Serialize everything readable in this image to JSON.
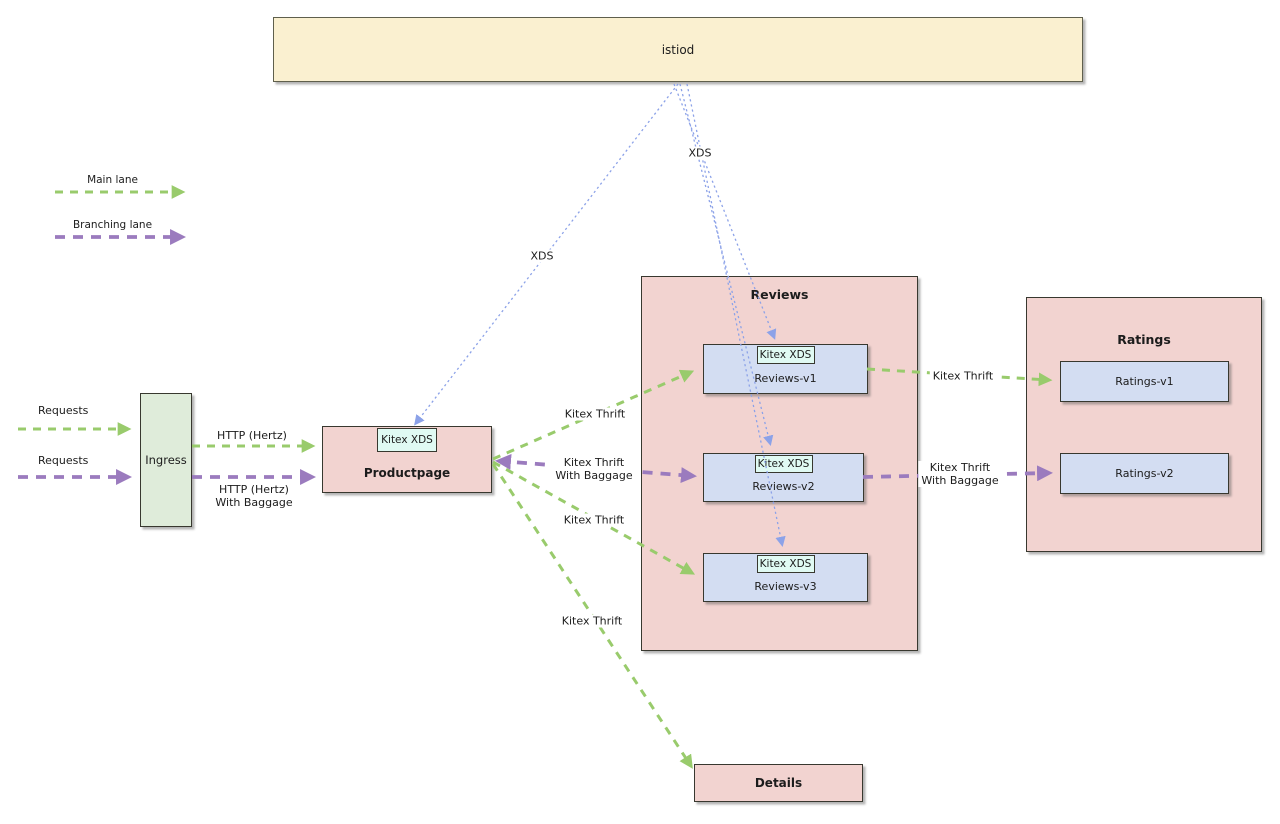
{
  "istiod": {
    "label": "istiod"
  },
  "legend": {
    "main_lane": "Main lane",
    "branching_lane": "Branching lane"
  },
  "flows": {
    "request_main": "Requests",
    "request_branching": "Requests"
  },
  "ingress": {
    "label": "Ingress"
  },
  "productpage": {
    "label": "Productpage",
    "xds": "Kitex XDS"
  },
  "reviews": {
    "title": "Reviews",
    "v1": {
      "label": "Reviews-v1",
      "xds": "Kitex XDS"
    },
    "v2": {
      "label": "Reviews-v2",
      "xds": "Kitex XDS"
    },
    "v3": {
      "label": "Reviews-v3",
      "xds": "Kitex XDS"
    }
  },
  "ratings": {
    "title": "Ratings",
    "v1": {
      "label": "Ratings-v1"
    },
    "v2": {
      "label": "Ratings-v2"
    }
  },
  "details": {
    "label": "Details"
  },
  "edge_labels": {
    "http_main": "HTTP (Hertz)",
    "http_branching": "HTTP (Hertz)\nWith Baggage",
    "xds_to_productpage": "XDS",
    "xds_to_reviews": "XDS",
    "pp_to_reviews_v1": "Kitex Thrift",
    "pp_to_reviews_v2": "Kitex Thrift\nWith Baggage",
    "pp_to_reviews_v3": "Kitex Thrift",
    "pp_to_details": "Kitex Thrift",
    "reviews_v1_to_ratings_v1": "Kitex Thrift",
    "reviews_v2_to_ratings_v2": "Kitex Thrift\nWith Baggage"
  },
  "colors": {
    "main_lane_green": "#99CB6C",
    "branching_lane_purple": "#9B7BBE",
    "xds_blue": "#8CA2E8",
    "service_pink": "#F2D3D0",
    "version_blue": "#D3DDF2",
    "xds_box_cyan": "#E0FAF3",
    "istiod_yellow": "#FAF0D0",
    "ingress_green": "#DFECDA"
  }
}
